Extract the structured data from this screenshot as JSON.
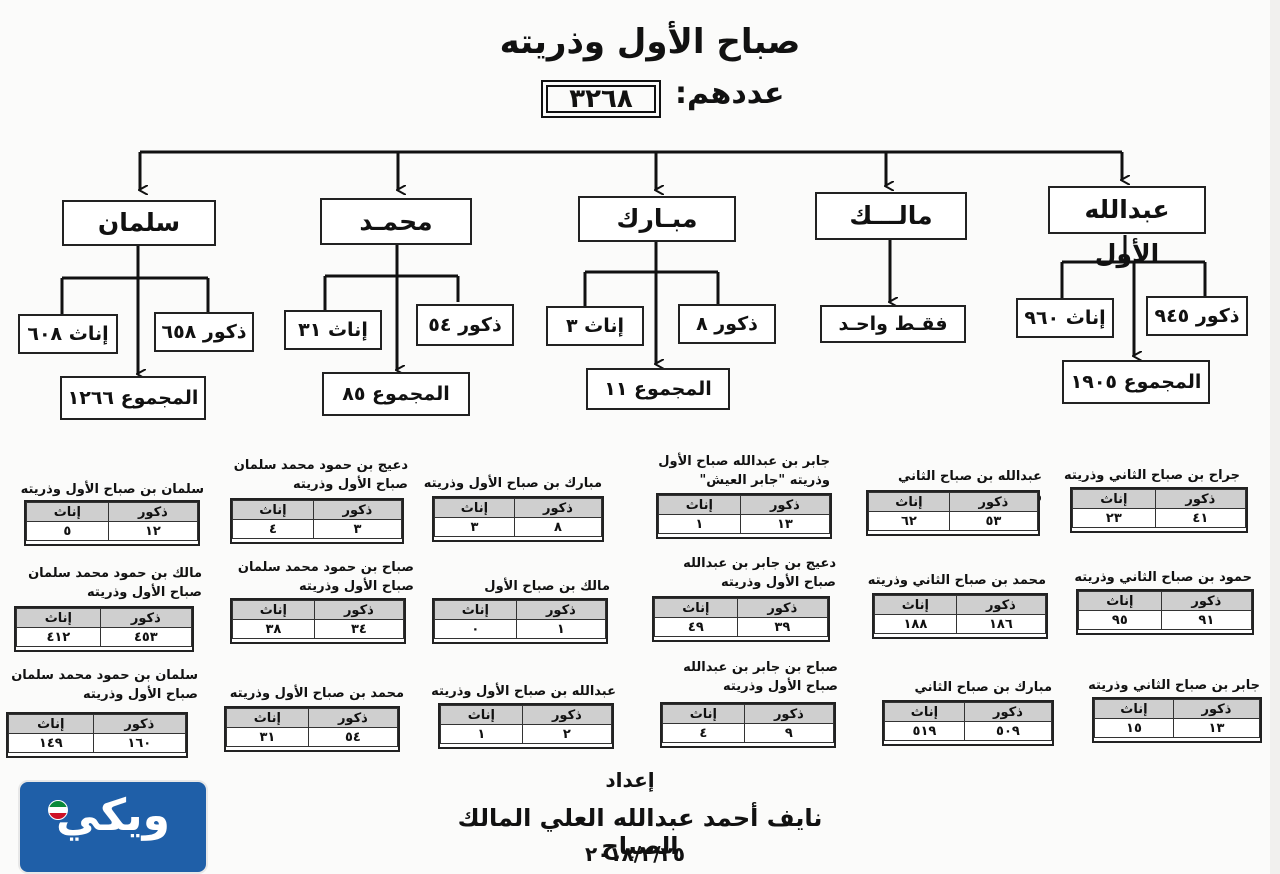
{
  "header": {
    "title": "صباح الأول وذريته",
    "count_label": "عددهم:",
    "count_value": "٣٢٦٨"
  },
  "branches": [
    {
      "name": "عبدالله الأول",
      "males": "ذكور ٩٤٥",
      "females": "إناث ٩٦٠",
      "total": "المجموع ١٩٠٥"
    },
    {
      "name": "مالـــك",
      "only": "فقـط واحـد"
    },
    {
      "name": "مبـارك",
      "males": "ذكور ٨",
      "females": "إناث ٣",
      "total": "المجموع ١١"
    },
    {
      "name": "محمـد",
      "males": "ذكور ٥٤",
      "females": "إناث ٣١",
      "total": "المجموع ٨٥"
    },
    {
      "name": "سلمان",
      "males": "ذكور ٦٥٨",
      "females": "إناث ٦٠٨",
      "total": "المجموع ١٢٦٦"
    }
  ],
  "table_headers": {
    "males": "ذكور",
    "females": "إناث"
  },
  "families": [
    {
      "caption": "جراح بن صباح الثاني وذريته",
      "males": "٤١",
      "females": "٢٣"
    },
    {
      "caption": "عبدالله بن صباح الثاني وذريته",
      "males": "٥٣",
      "females": "٦٢"
    },
    {
      "caption": "جابر بن عبدالله صباح الأول وذريته \"جابر العيش\"",
      "males": "١٣",
      "females": "١"
    },
    {
      "caption": "مبارك بن صباح الأول وذريته",
      "males": "٨",
      "females": "٣"
    },
    {
      "caption": "دعيج بن حمود محمد سلمان صباح الأول وذريته",
      "males": "٣",
      "females": "٤"
    },
    {
      "caption": "سلمان بن صباح الأول وذريته",
      "males": "١٢",
      "females": "٥"
    },
    {
      "caption": "حمود بن صباح الثاني وذريته",
      "males": "٩١",
      "females": "٩٥"
    },
    {
      "caption": "محمد بن صباح الثاني وذريته",
      "males": "١٨٦",
      "females": "١٨٨"
    },
    {
      "caption": "دعيج بن جابر بن عبدالله صباح الأول وذريته",
      "males": "٣٩",
      "females": "٤٩"
    },
    {
      "caption": "مالك بن صباح الأول",
      "males": "١",
      "females": "٠"
    },
    {
      "caption": "صباح بن حمود محمد سلمان صباح الأول وذريته",
      "males": "٣٤",
      "females": "٣٨"
    },
    {
      "caption": "مالك بن حمود محمد سلمان صباح الأول وذريته",
      "males": "٤٥٣",
      "females": "٤١٢"
    },
    {
      "caption": "جابر بن صباح الثاني وذريته",
      "males": "١٣",
      "females": "١٥"
    },
    {
      "caption": "مبارك بن صباح الثاني وذريته",
      "males": "٥٠٩",
      "females": "٥١٩"
    },
    {
      "caption": "صباح بن جابر بن عبدالله صباح الأول وذريته",
      "males": "٩",
      "females": "٤"
    },
    {
      "caption": "عبدالله بن صباح الأول وذريته",
      "males": "٢",
      "females": "١"
    },
    {
      "caption": "محمد بن صباح الأول وذريته",
      "males": "٥٤",
      "females": "٣١"
    },
    {
      "caption": "سلمان بن حمود محمد سلمان صباح الأول وذريته",
      "males": "١٦٠",
      "females": "١٤٩"
    }
  ],
  "footer": {
    "prepared_label": "إعداد",
    "author": "نايف أحمد عبدالله العلي المالك الصباح",
    "date": "٢٠١٨/٢/٢٥"
  },
  "logo": {
    "text": "ويكي"
  }
}
